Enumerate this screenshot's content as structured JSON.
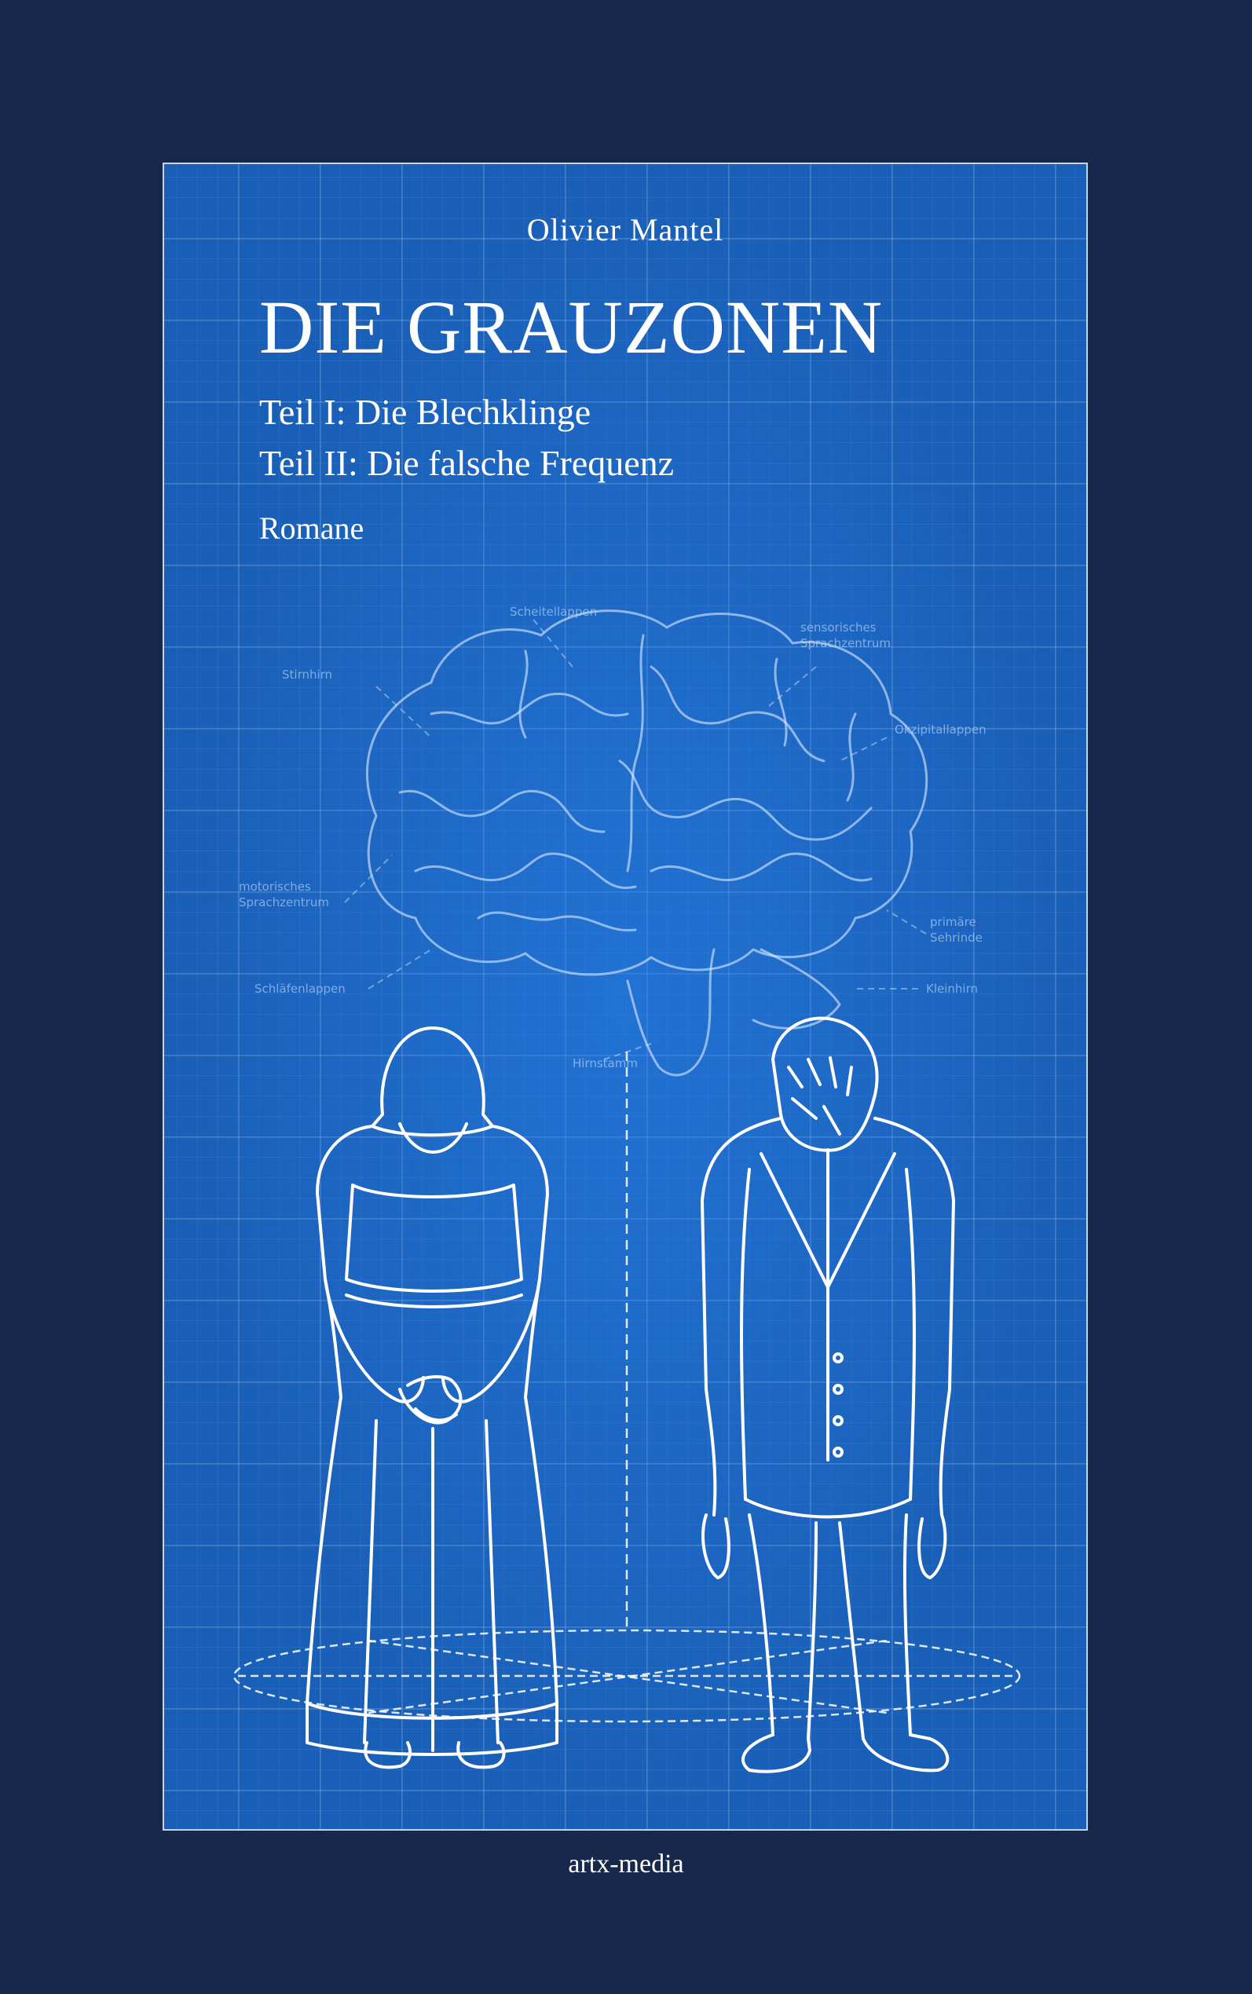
{
  "cover": {
    "author": "Olivier Mantel",
    "title": "DIE GRAUZONEN",
    "subtitle_1": "Teil I: Die Blechklinge",
    "subtitle_2": "Teil II: Die falsche Frequenz",
    "genre": "Romane",
    "background_color": "#1a5fb7",
    "line_color": "#ffffff"
  },
  "brain_labels": [
    "Scheitellappen",
    "sensorisches",
    "Sprachzentrum",
    "Stirnhirn",
    "Okzipitallappen",
    "motorisches",
    "Sprachzentrum",
    "primäre",
    "Sehrinde",
    "Kleinhirn",
    "Schläfenlappen",
    "Hirnstamm"
  ],
  "publisher": "artx-media",
  "page_background": "#17284a"
}
